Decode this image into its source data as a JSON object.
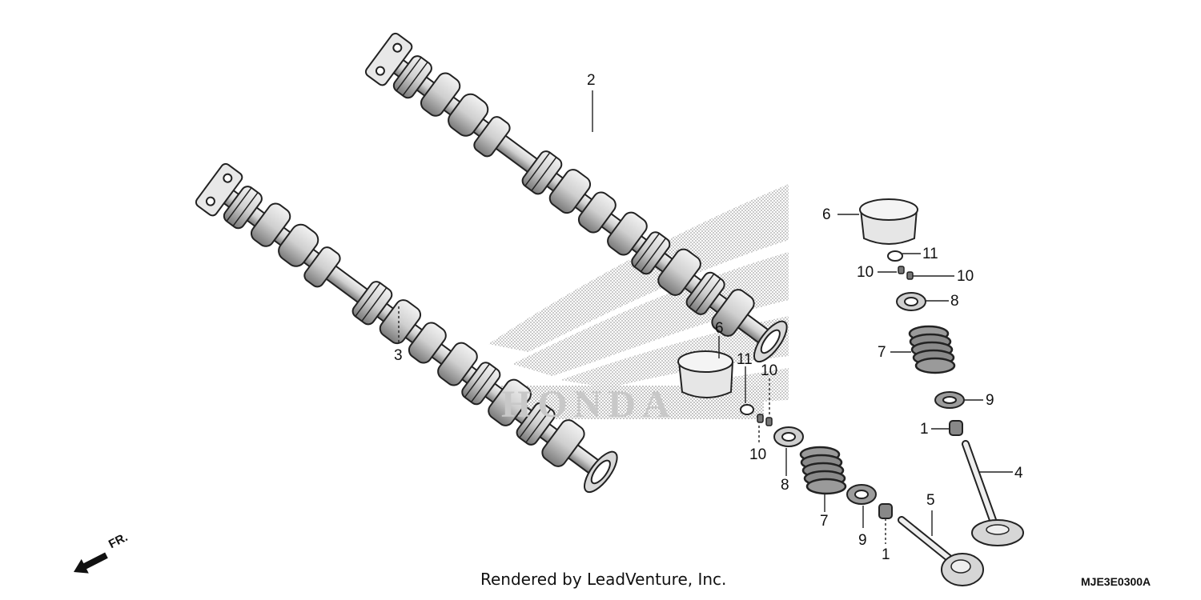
{
  "diagram": {
    "callouts": {
      "camshaft_upper": "2",
      "camshaft_lower": "3",
      "lifter_right": "6",
      "shim_right": "11",
      "cotter_right_left": "10",
      "cotter_right_right": "10",
      "retainer_right": "8",
      "spring_right": "7",
      "spring_seat_right": "9",
      "seal_right": "1",
      "valve_right": "4",
      "lifter_left": "6",
      "shim_left": "11",
      "cotter_left_top": "10",
      "cotter_left_bottom": "10",
      "retainer_left": "8",
      "spring_left": "7",
      "spring_seat_left": "9",
      "seal_left": "1",
      "valve_left": "5"
    },
    "front_arrow_label": "FR.",
    "watermark_text": "HONDA",
    "credit": "Rendered by LeadVenture, Inc.",
    "diagram_code": "MJE3E0300A"
  }
}
